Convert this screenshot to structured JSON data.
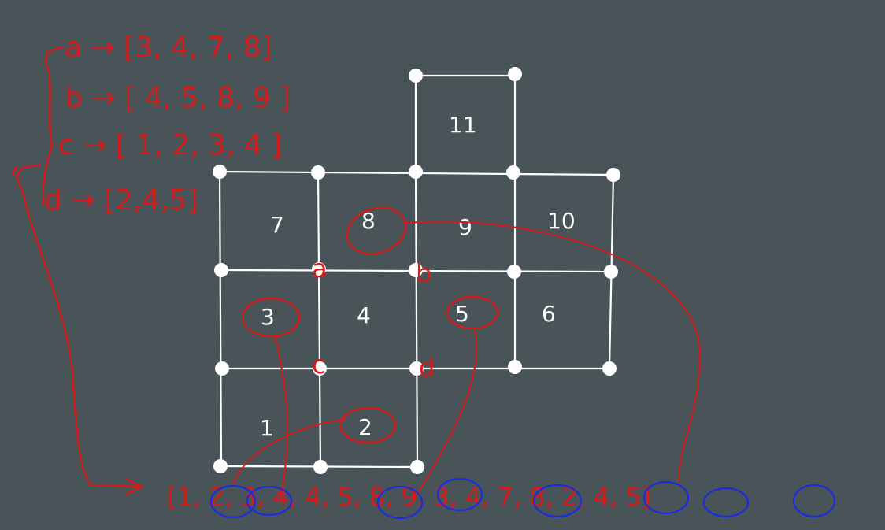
{
  "diagram": {
    "cells": [
      {
        "id": "1",
        "label": "1"
      },
      {
        "id": "2",
        "label": "2"
      },
      {
        "id": "3",
        "label": "3"
      },
      {
        "id": "4",
        "label": "4"
      },
      {
        "id": "5",
        "label": "5"
      },
      {
        "id": "6",
        "label": "6"
      },
      {
        "id": "7",
        "label": "7"
      },
      {
        "id": "8",
        "label": "8"
      },
      {
        "id": "9",
        "label": "9"
      },
      {
        "id": "10",
        "label": "10"
      },
      {
        "id": "11",
        "label": "11"
      }
    ],
    "corner_labels": {
      "a": "a",
      "b": "b",
      "c": "c",
      "d": "d"
    },
    "mappings": [
      {
        "text": "a → [3, 4, 7, 8]"
      },
      {
        "text": "b → [ 4, 5, 8, 9 ]"
      },
      {
        "text": "c → [ 1, 2, 3, 4 ]"
      },
      {
        "text": "d → [2,4,5]"
      }
    ],
    "result_list": "[1, 2, 3, 4, 4, 5, 8, 9, 3, 4, 7, 8, 2, 4, 5]",
    "colors": {
      "background": "#485458",
      "grid": "#ffffff",
      "ink_red": "#d61b1b",
      "ink_blue": "#1b2be0"
    }
  }
}
